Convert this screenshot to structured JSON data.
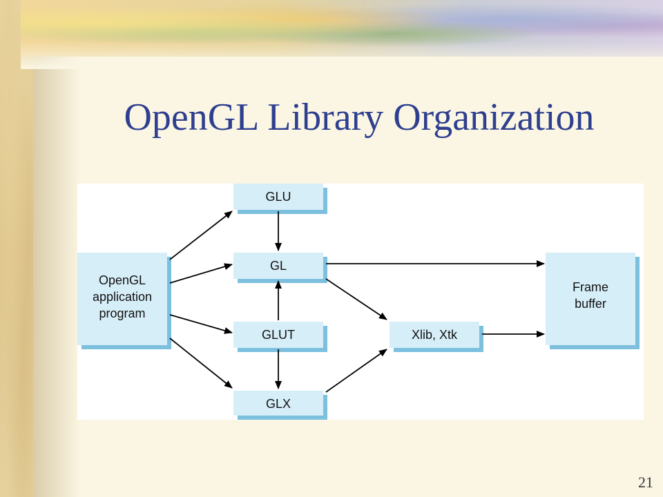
{
  "slide": {
    "title": "OpenGL Library Organization",
    "page_number": "21"
  },
  "diagram": {
    "boxes": {
      "app": [
        "OpenGL",
        "application",
        "program"
      ],
      "glu": "GLU",
      "gl": "GL",
      "glut": "GLUT",
      "glx": "GLX",
      "xlib": "Xlib, Xtk",
      "framebuffer": [
        "Frame",
        "buffer"
      ]
    },
    "box_fill": "#d6eef8",
    "box_edge": "#7cc0de"
  }
}
